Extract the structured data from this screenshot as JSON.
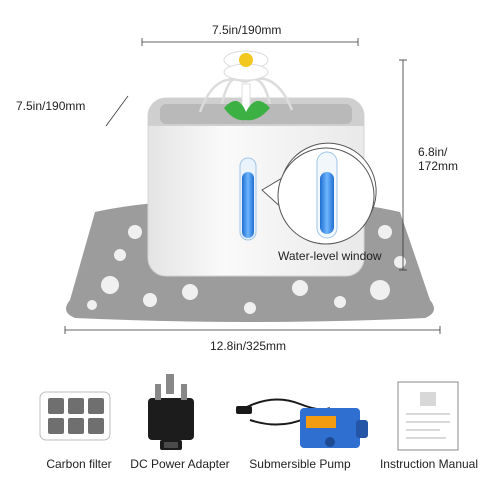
{
  "dimensions": {
    "top_width": "7.5in/190mm",
    "side_depth": "7.5in/190mm",
    "height_line1": "6.8in/",
    "height_line2": "172mm",
    "mat_width": "12.8in/325mm"
  },
  "callout": {
    "label": "Water-level window"
  },
  "accessories": [
    {
      "label": "Carbon filter",
      "icon": "carbon-filter-icon"
    },
    {
      "label": "DC Power Adapter",
      "icon": "power-adapter-icon"
    },
    {
      "label": "Submersible Pump",
      "icon": "pump-icon"
    },
    {
      "label": "Instruction Manual",
      "icon": "manual-icon"
    }
  ],
  "colors": {
    "mat": "#9c9c9c",
    "fountain_body": "#f4f4f4",
    "water_window": "#3a8ee0",
    "flower_petal": "#ffffff",
    "flower_center": "#f2c81e",
    "flower_stem": "#3cb043",
    "pump": "#2f6fd0",
    "pump_label": "#f39c12"
  }
}
